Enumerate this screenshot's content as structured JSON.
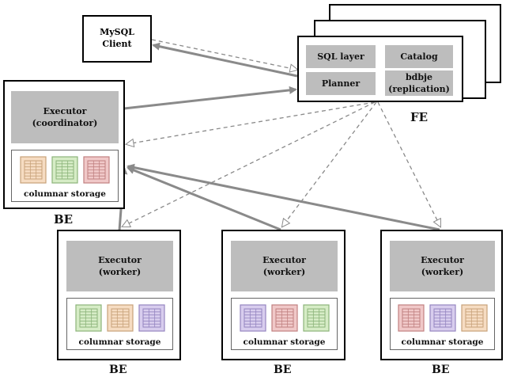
{
  "mysql_client": {
    "line1": "MySQL",
    "line2": "Client"
  },
  "fe": {
    "label": "FE",
    "sql_layer": "SQL layer",
    "catalog": "Catalog",
    "planner": "Planner",
    "bdbje_line1": "bdbje",
    "bdbje_line2": "(replication)"
  },
  "coordinator": {
    "label": "BE",
    "executor_line1": "Executor",
    "executor_line2": "(coordinator)",
    "storage_label": "columnar storage"
  },
  "workers": [
    {
      "label": "BE",
      "executor_line1": "Executor",
      "executor_line2": "(worker)",
      "storage_label": "columnar storage"
    },
    {
      "label": "BE",
      "executor_line1": "Executor",
      "executor_line2": "(worker)",
      "storage_label": "columnar storage"
    },
    {
      "label": "BE",
      "executor_line1": "Executor",
      "executor_line2": "(worker)",
      "storage_label": "columnar storage"
    }
  ],
  "tablet_colors": {
    "orange": {
      "fill": "#f6dcc2",
      "stroke": "#c8a27a"
    },
    "green": {
      "fill": "#d6ecc6",
      "stroke": "#8cb47a"
    },
    "red": {
      "fill": "#f0c8c8",
      "stroke": "#c08080"
    },
    "purple": {
      "fill": "#d8cdee",
      "stroke": "#9585c0"
    }
  },
  "storage_tablets": {
    "coordinator": [
      "orange",
      "green",
      "red"
    ],
    "worker_1": [
      "green",
      "orange",
      "purple"
    ],
    "worker_2": [
      "purple",
      "red",
      "green"
    ],
    "worker_3": [
      "red",
      "purple",
      "orange"
    ]
  }
}
